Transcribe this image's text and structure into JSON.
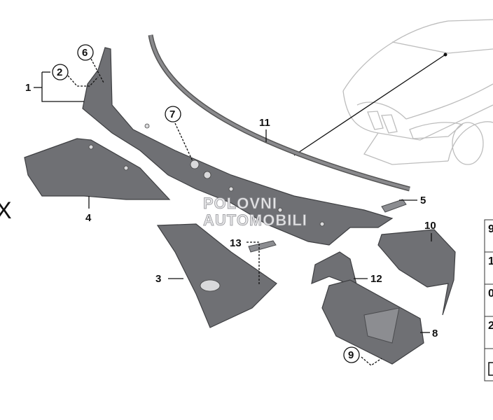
{
  "diagram": {
    "side_mark": "X",
    "callouts": [
      {
        "id": "1",
        "label": "1",
        "circled": false
      },
      {
        "id": "2",
        "label": "2",
        "circled": true
      },
      {
        "id": "6",
        "label": "6",
        "circled": true
      },
      {
        "id": "7",
        "label": "7",
        "circled": true
      },
      {
        "id": "11",
        "label": "11",
        "circled": false
      },
      {
        "id": "5",
        "label": "5",
        "circled": false
      },
      {
        "id": "10",
        "label": "10",
        "circled": false
      },
      {
        "id": "4",
        "label": "4",
        "circled": false
      },
      {
        "id": "3",
        "label": "3",
        "circled": false
      },
      {
        "id": "13",
        "label": "13",
        "circled": false
      },
      {
        "id": "12",
        "label": "12",
        "circled": false
      },
      {
        "id": "8",
        "label": "8",
        "circled": false
      },
      {
        "id": "9",
        "label": "9",
        "circled": true
      }
    ],
    "watermark": "POLOVNI AUTOMOBILI",
    "side_table": [
      "9",
      "1",
      "0",
      "2",
      ""
    ]
  },
  "colors": {
    "part": "#6f7074",
    "outline": "#bdbdbd"
  }
}
